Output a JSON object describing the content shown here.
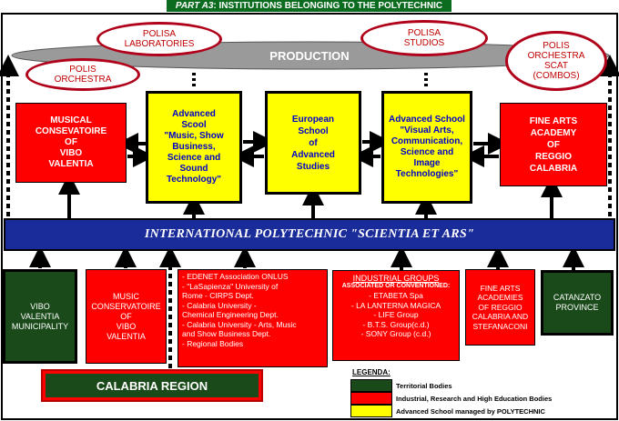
{
  "header": {
    "part": "PART A3",
    "title": ": INSTITUTIONS BELONGING TO THE POLYTECHNIC"
  },
  "production": "PRODUCTION",
  "ellipses": {
    "labs": "POLISA\nLABORATORIES",
    "studios": "POLISA\nSTUDIOS",
    "orchestra": "POLIS\nORCHESTRA",
    "scat": "POLIS\nORCHESTRA\nSCAT\n(COMBOS)"
  },
  "boxes": {
    "musical": "MUSICAL\nCONSEVATOIRE\nOF\nVIBO\nVALENTIA",
    "adv_music": "Advanced\nScool\n\"Music, Show\nBusiness,\nScience and\nSound\nTechnology\"",
    "european": "European\nSchool\nof\nAdvanced\nStudies",
    "adv_visual": "Advanced School\n\"Visual Arts,\nCommunication,\nScience and\nImage\nTechnologies\"",
    "fine_arts": "FINE ARTS\nACADEMY\nOF\nREGGIO\nCALABRIA"
  },
  "polytechnic": "INTERNATIONAL POLYTECHNIC \"SCIENTIA ET ARS\"",
  "bottom": {
    "vibo": "VIBO\nVALENTIA\nMUNICIPALITY",
    "music_cons": "MUSIC\nCONSERVATOIRE\nOF\nVIBO\nVALENTIA",
    "edenet": "- EDENET Association ONLUS\n- \"LaSapienza\" University of\n  Rome - CIRPS Dept.\n- Calabria University -\n  Chemical Engineering Dept.\n- Calabria University - Arts, Music\n  and Show Business Dept.\n- Regional Bodies",
    "industrial_title": "INDUSTRIAL GROUPS",
    "industrial_sub": "ASSOCIATED OR CONVENTIONED:",
    "industrial_list": "- ETABETA Spa\n- LA LANTERNA MAGICA\n- LIFE Group\n- B.T.S. Group(c.d.)\n- SONY Group (c.d.)",
    "fine_academies": "FINE ARTS\nACADEMIES\nOF REGGIO\nCALABRIA AND\nSTEFANACONI",
    "catanzaro": "CATANZATO\nPROVINCE"
  },
  "region": "CALABRIA REGION",
  "legend": {
    "title": "LEGENDA:",
    "items": [
      {
        "label": "Territorial Bodies",
        "color": "#1a4a1a"
      },
      {
        "label": "Industrial, Research and High Education Bodies",
        "color": "#ff0000"
      },
      {
        "label": "Advanced School managed by POLYTECHNIC",
        "color": "#ffff00"
      }
    ]
  },
  "colors": {
    "red": "#ff0000",
    "yellow": "#ffff00",
    "green": "#1a4a1a",
    "blue": "#1a2b9a",
    "header": "#0b6b1f"
  }
}
